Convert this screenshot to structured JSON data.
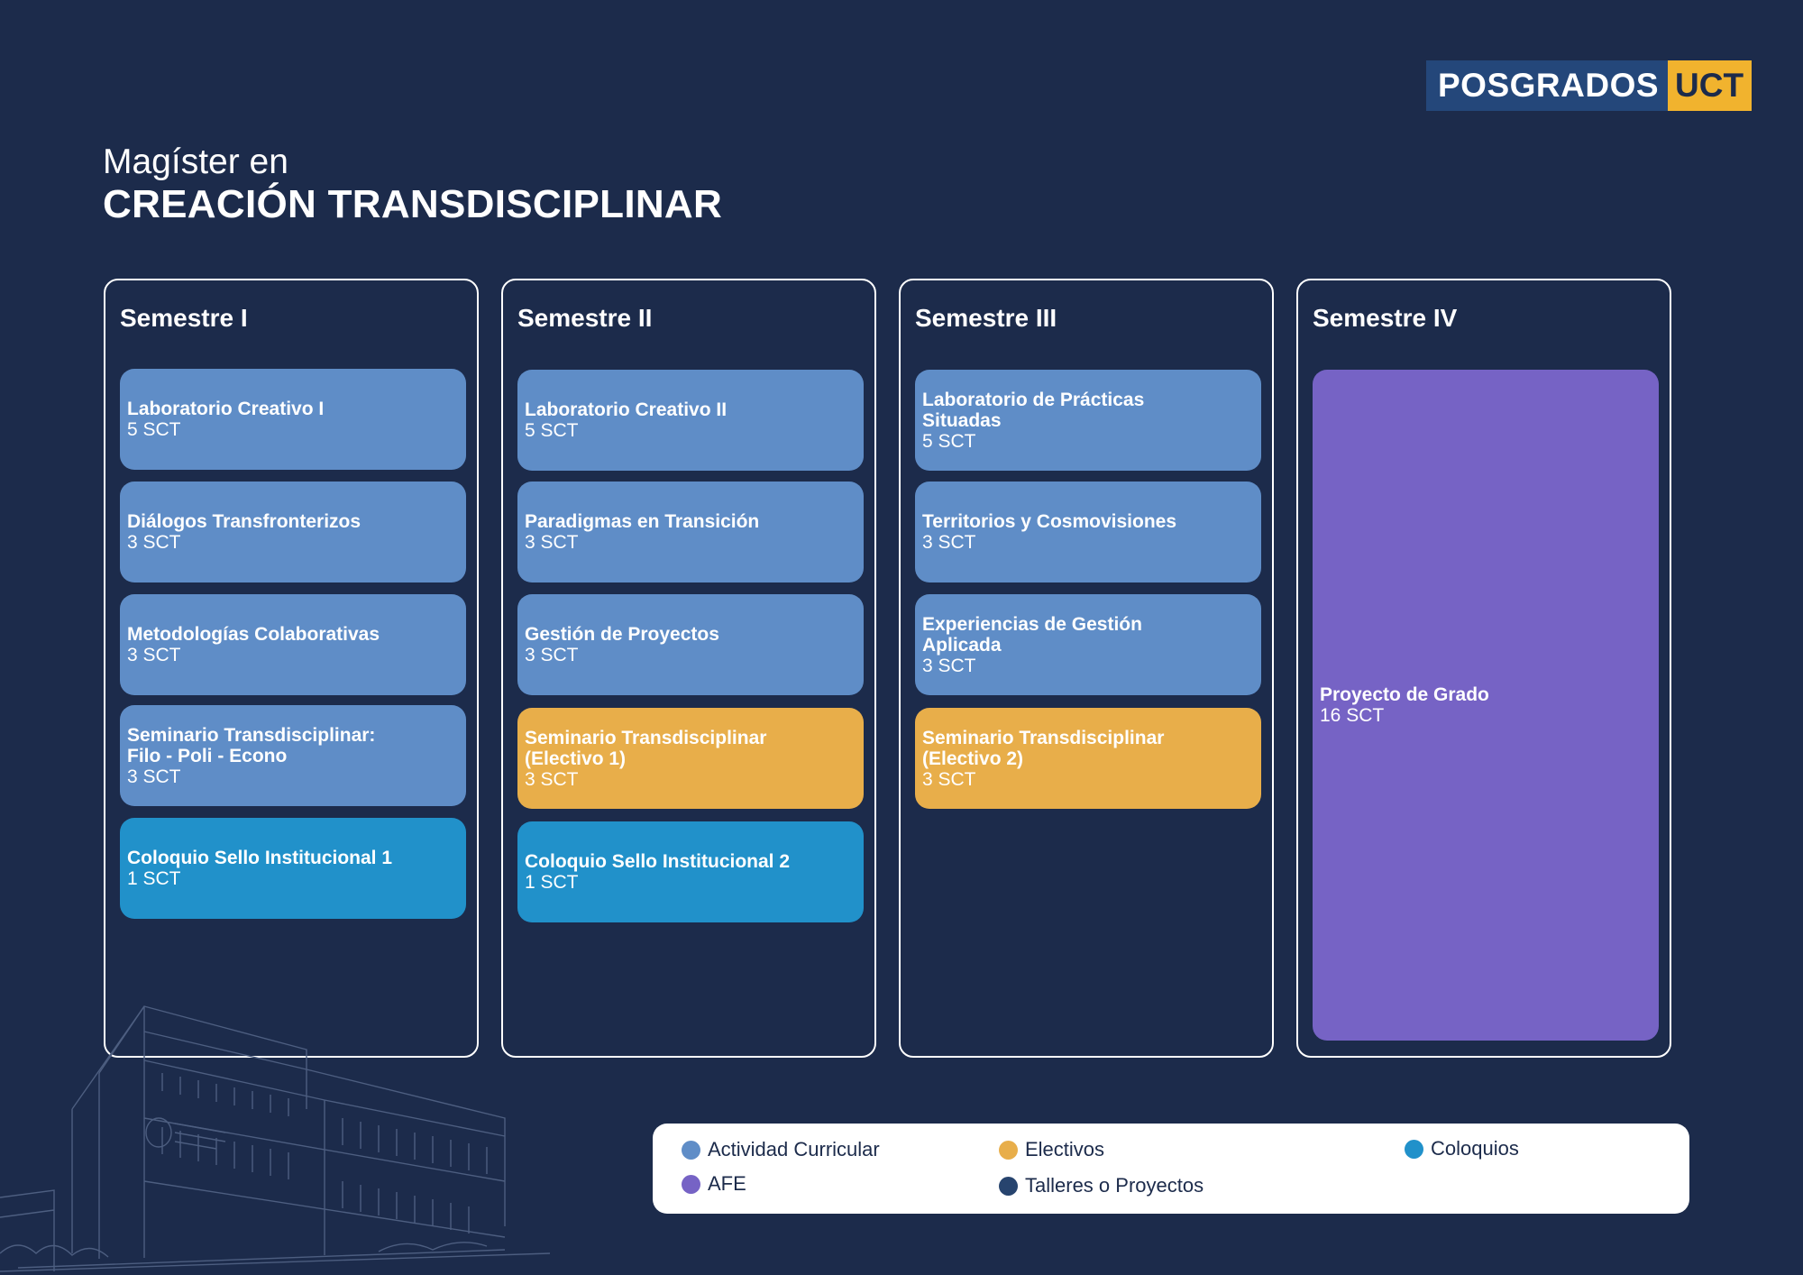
{
  "brand": {
    "part1": "POSGRADOS",
    "part2": "UCT",
    "colors": {
      "part1_bg": "#24477a",
      "part2_bg": "#f1b32e"
    }
  },
  "title": {
    "subtitle": "Magíster en",
    "main": "CREACIÓN TRANSDISCIPLINAR"
  },
  "colors": {
    "background": "#1c2b4b",
    "curricular": "#5f8dc7",
    "electivo": "#e8ae4a",
    "coloquio": "#2191ca",
    "afe": "#7663c5",
    "talleres": "#27446e"
  },
  "semesters": [
    {
      "title": "Semestre I",
      "courses": [
        {
          "name": "Laboratorio Creativo I",
          "credits": "5 SCT",
          "type": "curricular"
        },
        {
          "name": "Diálogos Transfronterizos",
          "credits": "3 SCT",
          "type": "curricular"
        },
        {
          "name": "Metodologías Colaborativas",
          "credits": "3 SCT",
          "type": "curricular"
        },
        {
          "name": "Seminario Transdisciplinar:\nFilo - Poli - Econo",
          "credits": "3 SCT",
          "type": "curricular"
        },
        {
          "name": "Coloquio Sello Institucional 1",
          "credits": "1 SCT",
          "type": "coloquio"
        }
      ]
    },
    {
      "title": "Semestre II",
      "courses": [
        {
          "name": "Laboratorio Creativo II",
          "credits": "5 SCT",
          "type": "curricular"
        },
        {
          "name": "Paradigmas en Transición",
          "credits": "3 SCT",
          "type": "curricular"
        },
        {
          "name": "Gestión de Proyectos",
          "credits": "3 SCT",
          "type": "curricular"
        },
        {
          "name": "Seminario Transdisciplinar\n(Electivo 1)",
          "credits": "3 SCT",
          "type": "electivo"
        },
        {
          "name": "Coloquio Sello Institucional 2",
          "credits": "1 SCT",
          "type": "coloquio"
        }
      ]
    },
    {
      "title": "Semestre III",
      "courses": [
        {
          "name": "Laboratorio de Prácticas\nSituadas",
          "credits": "5 SCT",
          "type": "curricular"
        },
        {
          "name": "Territorios y Cosmovisiones",
          "credits": "3 SCT",
          "type": "curricular"
        },
        {
          "name": "Experiencias de Gestión\nAplicada",
          "credits": "3 SCT",
          "type": "curricular"
        },
        {
          "name": "Seminario Transdisciplinar\n(Electivo 2)",
          "credits": "3 SCT",
          "type": "electivo"
        }
      ]
    },
    {
      "title": "Semestre IV",
      "courses": [
        {
          "name": "Proyecto de Grado",
          "credits": "16 SCT",
          "type": "afe"
        }
      ]
    }
  ],
  "legend": [
    {
      "label": "Actividad Curricular",
      "color": "#5f8dc7"
    },
    {
      "label": "Electivos",
      "color": "#e8ae4a"
    },
    {
      "label": "Coloquios",
      "color": "#2191ca"
    },
    {
      "label": "AFE",
      "color": "#7663c5"
    },
    {
      "label": "Talleres o Proyectos",
      "color": "#27446e"
    }
  ]
}
